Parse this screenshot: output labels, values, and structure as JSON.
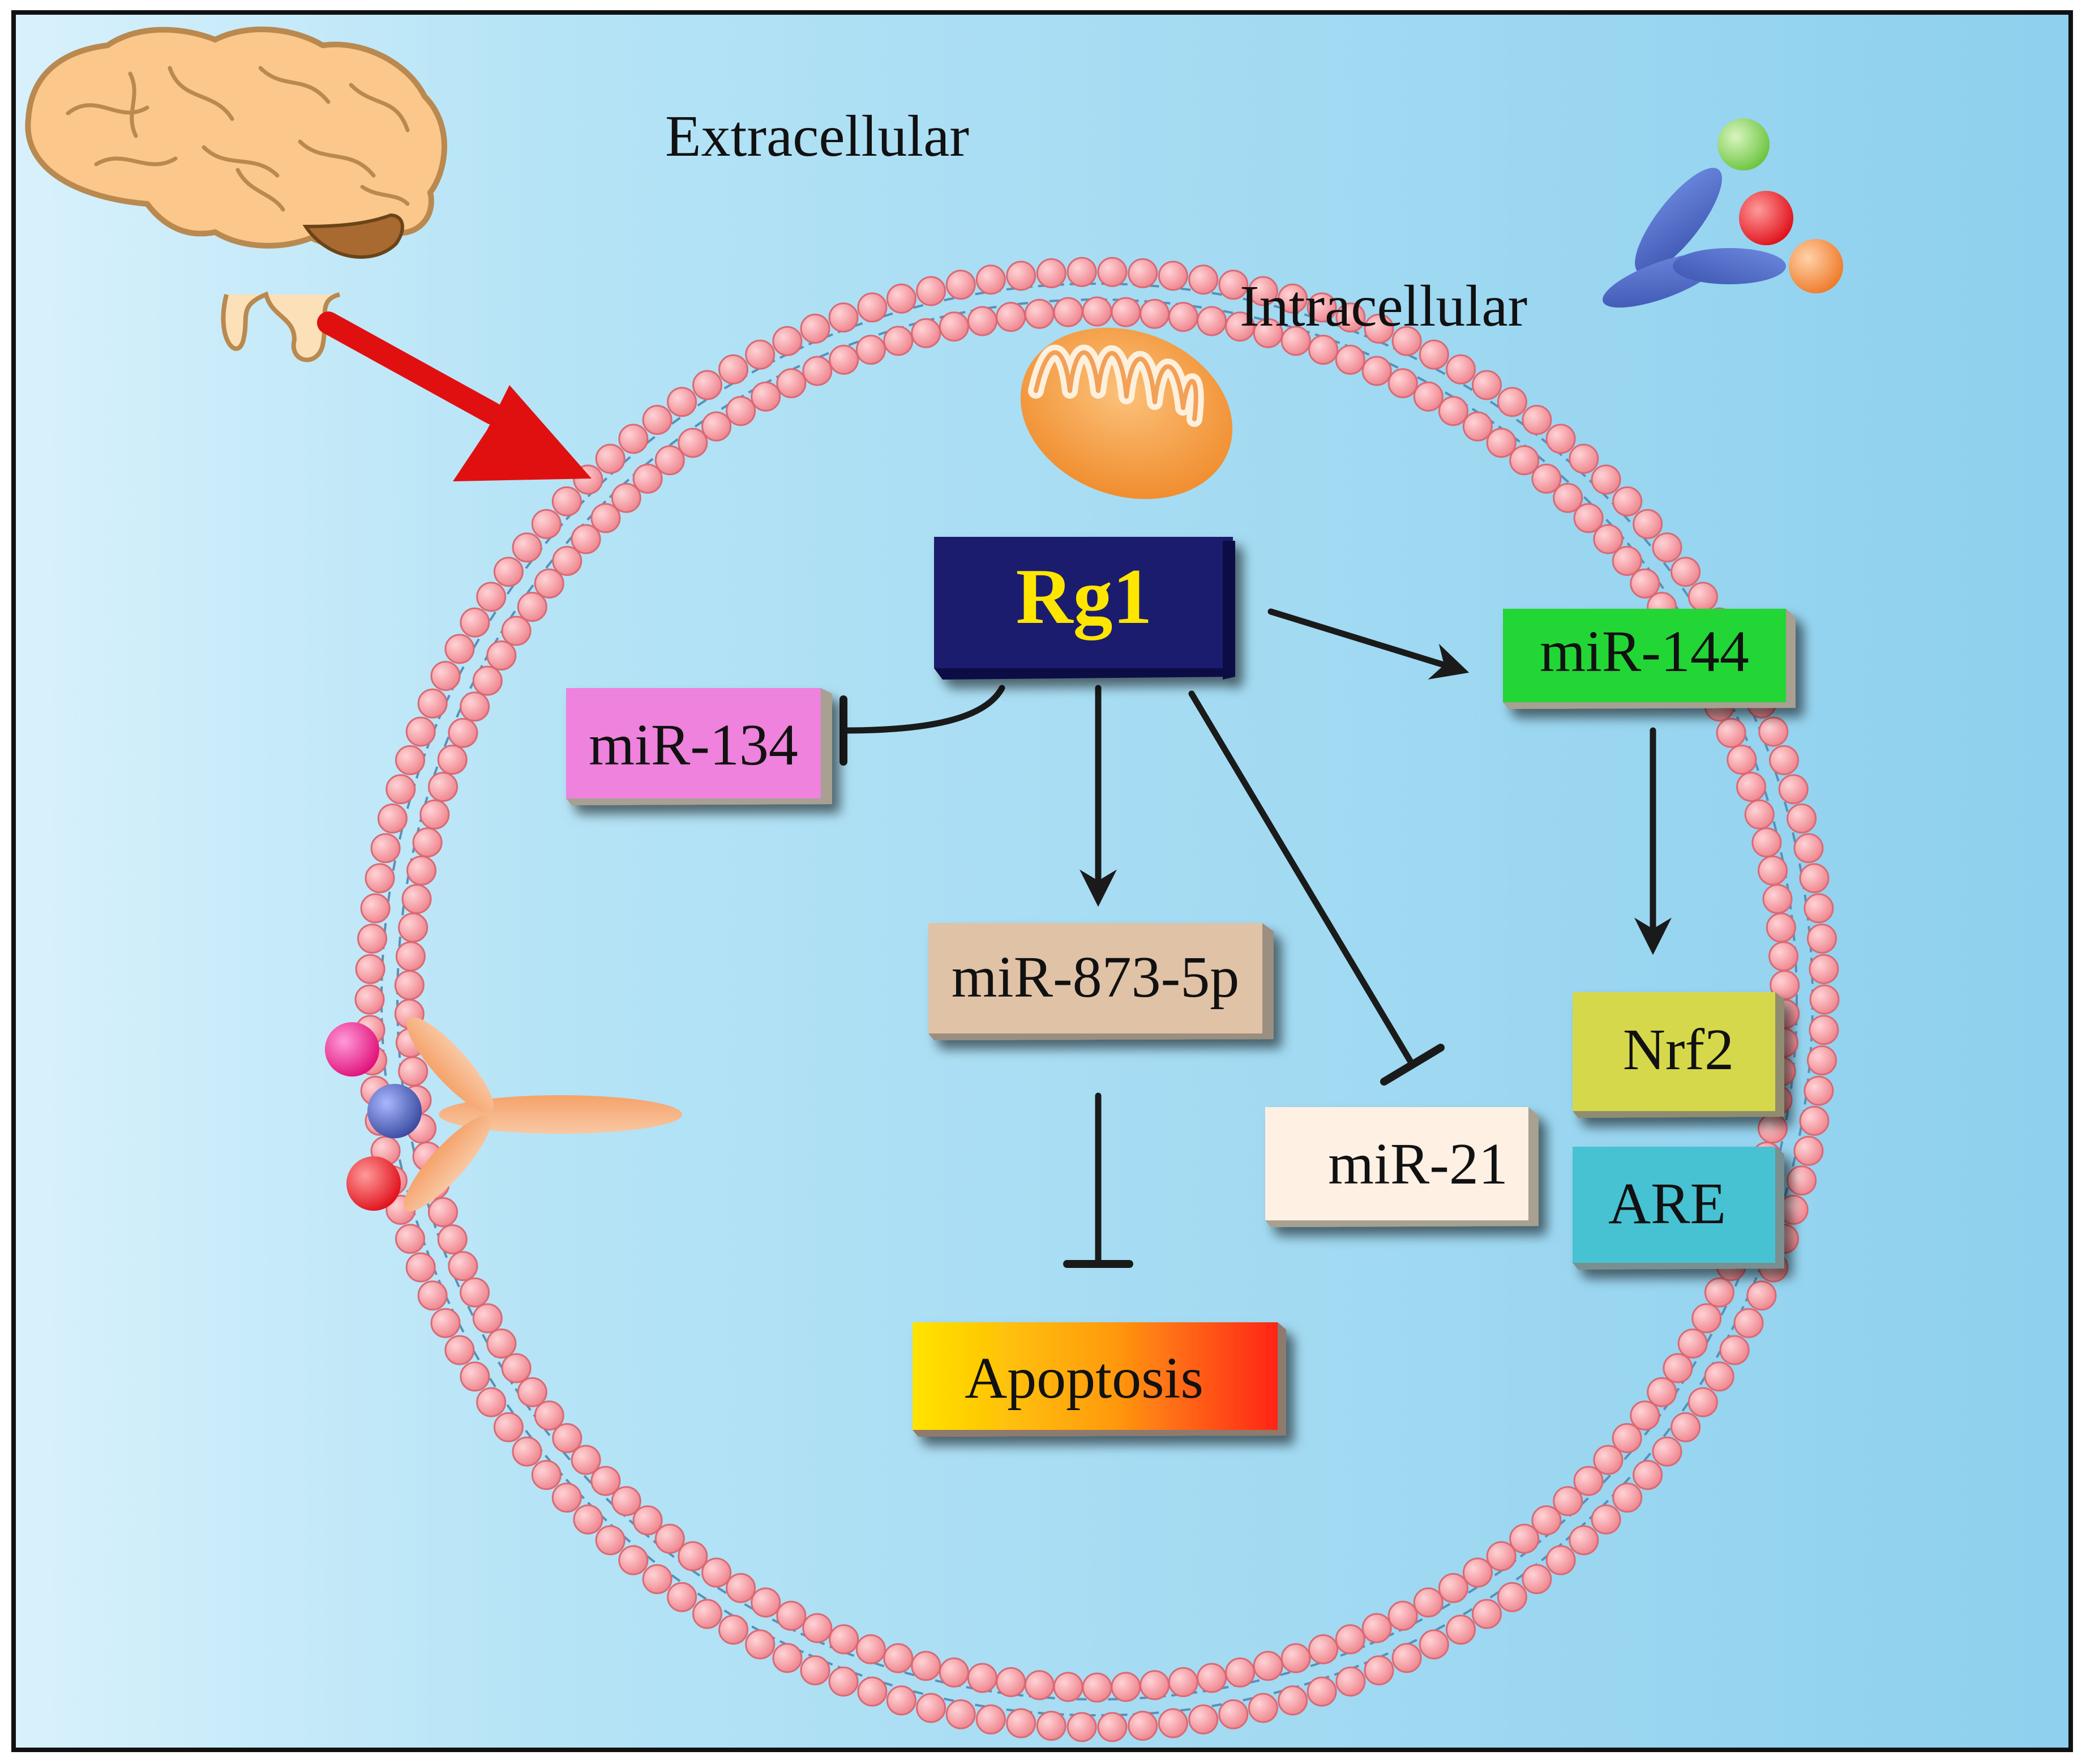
{
  "labels": {
    "extracellular": "Extracellular",
    "intracellular": "Intracellular"
  },
  "nodes": {
    "rg1": "Rg1",
    "mir134": "miR-134",
    "mir144": "miR-144",
    "mir873": "miR-873-5p",
    "mir21": "miR-21",
    "nrf2": "Nrf2",
    "are": "ARE",
    "apoptosis": "Apoptosis"
  },
  "edges": [
    {
      "from": "Rg1",
      "to": "miR-134",
      "effect": "inhibits"
    },
    {
      "from": "Rg1",
      "to": "miR-144",
      "effect": "activates"
    },
    {
      "from": "Rg1",
      "to": "miR-873-5p",
      "effect": "activates"
    },
    {
      "from": "Rg1",
      "to": "miR-21",
      "effect": "inhibits"
    },
    {
      "from": "miR-144",
      "to": "Nrf2",
      "effect": "activates"
    },
    {
      "from": "miR-873-5p",
      "to": "Apoptosis",
      "effect": "inhibits"
    }
  ],
  "icons": [
    "brain-icon",
    "mitochondrion-icon",
    "receptor-icon",
    "cell-membrane-icon"
  ],
  "colors": {
    "rg1_box": "#1a1a6e",
    "rg1_text": "#ffe600",
    "mir134_box": "#ee82dc",
    "mir144_box": "#22d636",
    "mir873_box": "#e0c2a6",
    "mir21_box": "#fff0e4",
    "nrf2_box": "#d6d84c",
    "are_box": "#46c2d2",
    "apoptosis_gradient": [
      "#ffe400",
      "#ff2418"
    ],
    "arrow_brain": "#e01010",
    "membrane": "#f08a92"
  }
}
